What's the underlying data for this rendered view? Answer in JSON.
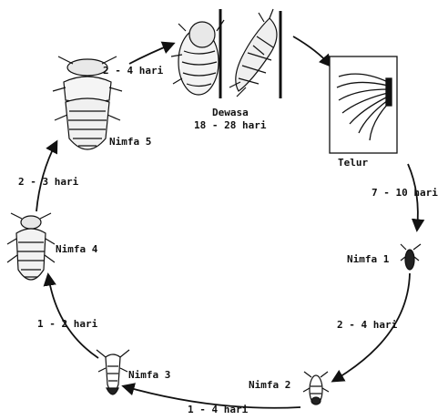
{
  "stages": {
    "dewasa": {
      "name": "Dewasa",
      "duration": "18 - 28 hari"
    },
    "telur": {
      "name": "Telur"
    },
    "nimfa1": {
      "name": "Nimfa 1"
    },
    "nimfa2": {
      "name": "Nimfa 2"
    },
    "nimfa3": {
      "name": "Nimfa 3"
    },
    "nimfa4": {
      "name": "Nimfa 4"
    },
    "nimfa5": {
      "name": "Nimfa 5"
    }
  },
  "transitions": {
    "telur_to_nimfa1": "7 - 10 hari",
    "nimfa1_to_nimfa2": "2 - 4 hari",
    "nimfa2_to_nimfa3": "1 - 4 hari",
    "nimfa3_to_nimfa4": "1 - 2 hari",
    "nimfa4_to_nimfa5": "2 - 3 hari",
    "nimfa5_to_dewasa": "2 - 4 hari"
  }
}
